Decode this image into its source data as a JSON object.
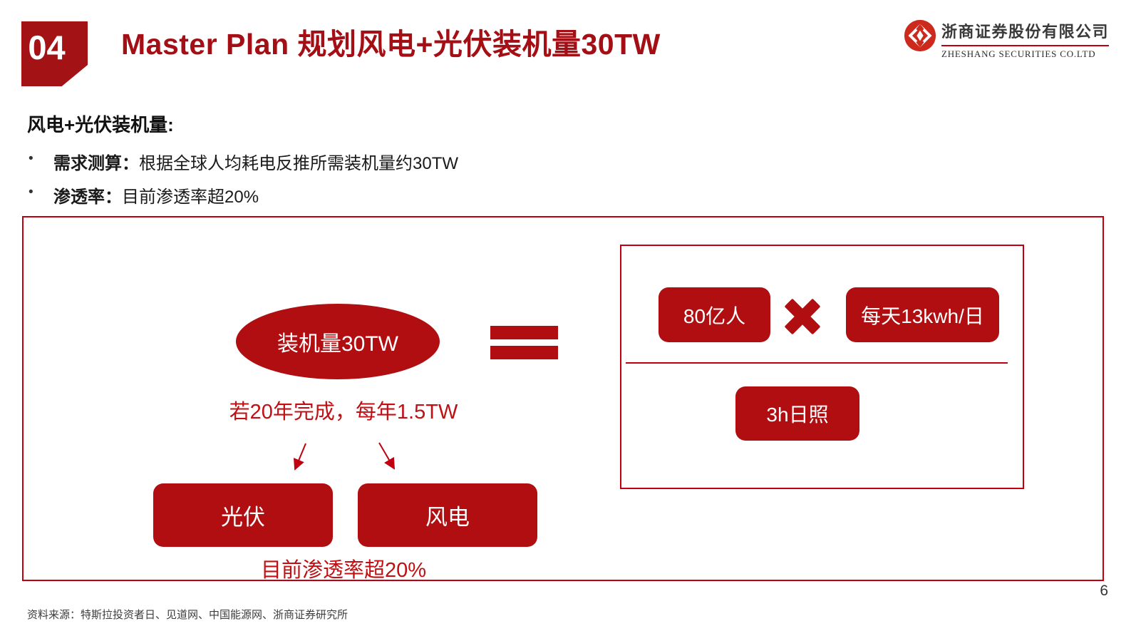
{
  "page": {
    "badge": "04",
    "title": "Master Plan 规划风电+光伏装机量30TW",
    "page_number": "6",
    "source": "资料来源：特斯拉投资者日、见道网、中国能源网、浙商证券研究所"
  },
  "logo": {
    "company_cn": "浙商证券股份有限公司",
    "company_en": "ZHESHANG SECURITIES CO.LTD"
  },
  "intro": {
    "heading": "风电+光伏装机量:",
    "bullet_marker": "•",
    "bullets": [
      {
        "label": "需求测算：",
        "text": "根据全球人均耗电反推所需装机量约30TW"
      },
      {
        "label": "渗透率：",
        "text": "目前渗透率超20%"
      }
    ]
  },
  "diagram": {
    "result": "装机量30TW",
    "equals": "=",
    "note_annual": "若20年完成，每年1.5TW",
    "split": [
      {
        "label": "光伏"
      },
      {
        "label": "风电"
      }
    ],
    "note_penetration": "目前渗透率超20%",
    "formula": {
      "factor_population": "80亿人",
      "operator": "×",
      "factor_consumption": "每天13kwh/日",
      "denominator": "3h日照"
    }
  },
  "colors": {
    "accent_red": "#B00E11",
    "border_red": "#C00010",
    "title_red": "#A40F16",
    "badge_red": "#A31315",
    "text_red": "#C01014",
    "logo_red": "#CB2A1D",
    "text_dark": "#1A1A1A",
    "text_gray": "#3D3D3D"
  }
}
